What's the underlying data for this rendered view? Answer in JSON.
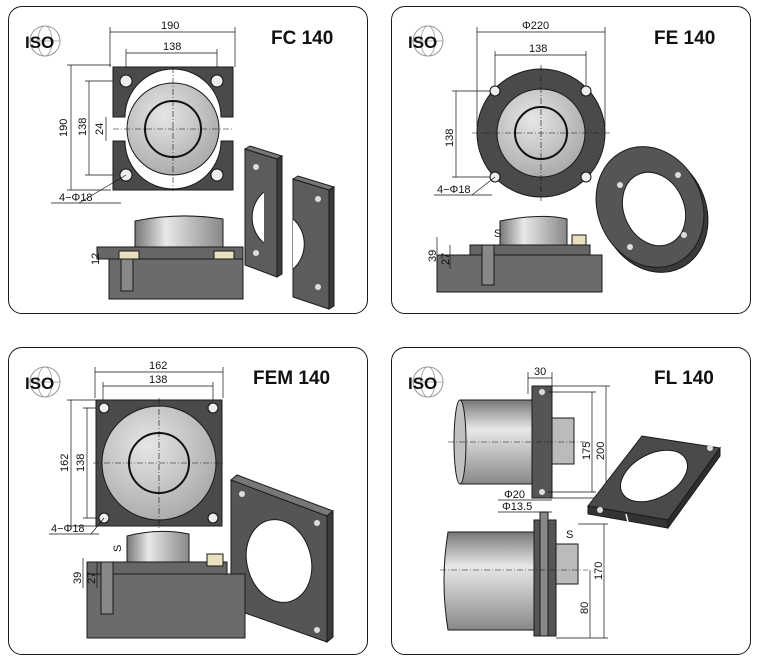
{
  "colors": {
    "part_dark": "#4a4a4a",
    "part_mid": "#666666",
    "disc_light": "#c9c9c9",
    "outline": "#1a1a1a"
  },
  "icons": {
    "iso_logo": "iso-globe-logo"
  },
  "panels": [
    {
      "id": "fc",
      "title": "FC 140",
      "logo": "ISO",
      "dims": {
        "width_outer": "190",
        "width_holes": "138",
        "height_outer": "190",
        "height_holes": "138",
        "gap": "24",
        "holes": "4−Φ18",
        "plate_thk": "12"
      }
    },
    {
      "id": "fe",
      "title": "FE 140",
      "logo": "ISO",
      "dims": {
        "diameter": "Φ220",
        "width_holes": "138",
        "height_holes": "138",
        "holes": "4−Φ18",
        "height_total": "39",
        "height_inner": "27",
        "s_label": "S"
      }
    },
    {
      "id": "fem",
      "title": "FEM 140",
      "logo": "ISO",
      "dims": {
        "width_outer": "162",
        "width_holes": "138",
        "height_outer": "162",
        "height_holes": "138",
        "holes": "4−Φ18",
        "height_total": "39",
        "height_inner": "27",
        "s_label": "S"
      }
    },
    {
      "id": "fl",
      "title": "FL 140",
      "logo": "ISO",
      "dims": {
        "thickness": "30",
        "height_holes": "175",
        "height_outer": "200",
        "bolt_dia": "Φ20",
        "hole_dia": "Φ13.5",
        "s_label": "S",
        "height_axis": "170",
        "height_base": "80"
      }
    }
  ]
}
